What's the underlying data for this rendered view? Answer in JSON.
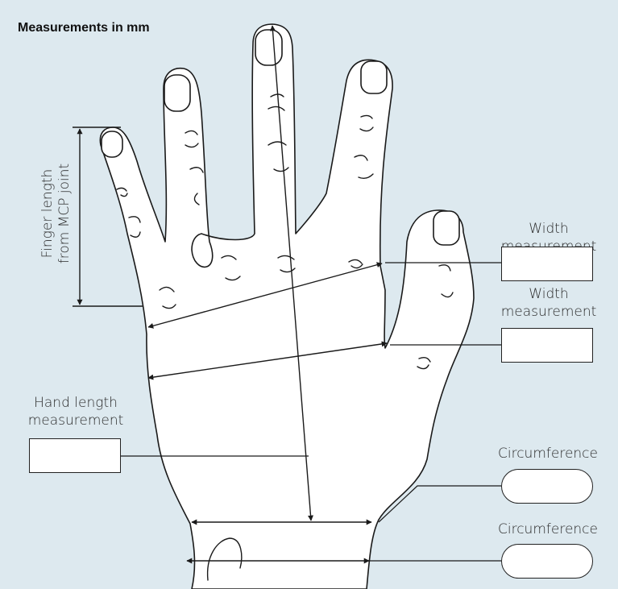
{
  "title": "Measurements in mm",
  "labels": {
    "finger_length": [
      "Finger length",
      "from MCP joint"
    ],
    "width_upper": [
      "Width",
      "measurement"
    ],
    "width_lower": [
      "Width",
      "measurement"
    ],
    "hand_length": [
      "Hand length",
      "measurement"
    ],
    "circumference_upper": "Circumference",
    "circumference_lower": "Circumference"
  },
  "inputs": {
    "width_upper": "",
    "width_lower": "",
    "hand_length": "",
    "circumference_upper": "",
    "circumference_lower": ""
  },
  "colors": {
    "background": "#dde9ef",
    "hand_fill": "#ffffff",
    "line": "#1a1a1a",
    "text": "#2b2b2b"
  }
}
